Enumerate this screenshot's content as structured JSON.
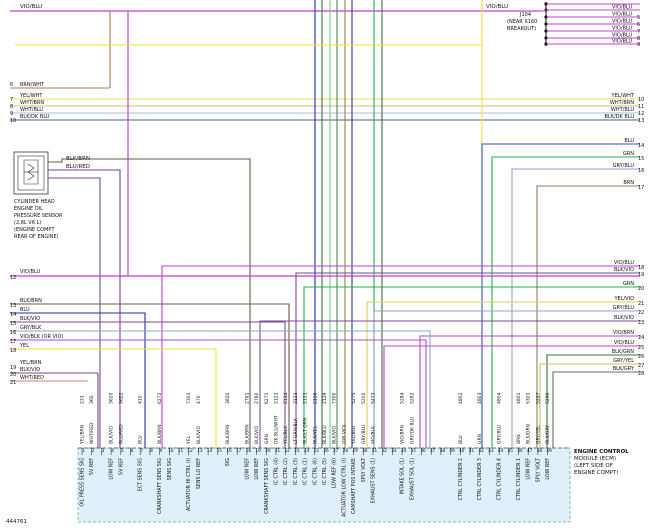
{
  "colors": {
    "VIO/BLU": "#c43fd6",
    "VIO": "#b24ad9",
    "BRN/WHT": "#a67c52",
    "BRN": "#9c7b5a",
    "YEL/WHT": "#e8e25a",
    "YEL": "#efe332",
    "WHT/BRN": "#c9b79a",
    "WHT/BLU": "#a9b8e6",
    "BLK/DK BLU": "#4a5aa0",
    "DK BLU": "#1e2fb5",
    "BLU": "#2e52d6",
    "GRN": "#22b14c",
    "LT GRN": "#6fd36f",
    "GRY/BLU": "#8fa4c8",
    "GRY": "#9a9a9a",
    "BLK": "#333333",
    "BLK/BRN": "#6b5a45",
    "BLK/VIO": "#7a4a96",
    "WHT/RED": "#e37a7a",
    "YEL/VIO": "#e0cf63",
    "GRY/YEL": "#c8bf6a",
    "BLK/GRY": "#6c6c6c",
    "BLK/GRN": "#3f6e3f",
    "BLK/LT GRN": "#4f8a4f",
    "BLK/YEL": "#8d8a3e",
    "BLK/RED": "#8e3a3a",
    "BLU/RED": "#7a3da3",
    "ecm_fill": "#dff0fb",
    "ecm_border": "#7c9bb0"
  },
  "top_splice": {
    "wire_label": "VIO/BLU",
    "wire_label_right": "VIO/BLU",
    "connector_label_1": "J104",
    "connector_label_2": "(NEAR X160",
    "connector_label_3": "BREAKOUT)",
    "wire_labels": [
      "VIO/BLU",
      "VIO/BLU",
      "VIO/BLU",
      "VIO/BLU",
      "VIO/BLU",
      "VIO/BLU"
    ],
    "side_numbers": [
      "5",
      "6",
      "7",
      "8",
      "9"
    ]
  },
  "left_rows": [
    {
      "num": "7",
      "label": "YEL/WHT"
    },
    {
      "num": "8",
      "label": "WHT/BRN"
    },
    {
      "num": "9",
      "label": "WHT/BLU"
    },
    {
      "num": "10",
      "label": "BLK/DK BLU"
    },
    {
      "num": "6",
      "label": "BRN/WHT"
    }
  ],
  "right_rows_top": [
    {
      "num": "10",
      "label": "YEL/WHT"
    },
    {
      "num": "11",
      "label": "WHT/BRN"
    },
    {
      "num": "12",
      "label": "WHT/BLU"
    },
    {
      "num": "13",
      "label": "BLK/DK BLU"
    }
  ],
  "sensor": {
    "lines": [
      "CYLINDER HEAD",
      "ENGINE OIL",
      "PRESSURE SENSOR",
      "(2.8L V6 L)",
      "(ENGINE COMPT",
      "REAR OF ENGINE)"
    ],
    "wire1": "BLK/BRN",
    "wire2": "BLU/RED"
  },
  "right_rows_mid": [
    {
      "num": "14",
      "label": "BLU"
    },
    {
      "num": "15",
      "label": "GRN"
    },
    {
      "num": "16",
      "label": "GRY/BLU"
    },
    {
      "num": "17",
      "label": "BRN"
    }
  ],
  "left_row_12": {
    "num": "12",
    "label": "VIO/BLU"
  },
  "right_rows_low": [
    {
      "num": "18",
      "label": "VIO/BLU"
    },
    {
      "num": "19",
      "label": "BLK/VIO"
    },
    {
      "num": "20",
      "label": "GRN"
    },
    {
      "num": "21",
      "label": "YEL/VIO"
    },
    {
      "num": "22",
      "label": "GRY/BLU"
    },
    {
      "num": "23",
      "label": "BLK/VIO"
    },
    {
      "num": "24",
      "label": "VIO/BRN"
    },
    {
      "num": "25",
      "label": "VIO/BLU"
    },
    {
      "num": "26",
      "label": "BLK/GRN"
    },
    {
      "num": "27",
      "label": "GRY/YEL"
    },
    {
      "num": "28",
      "label": "BLK/GRY"
    }
  ],
  "left_rows_low": [
    {
      "num": "13",
      "label": "BLK/BRN"
    },
    {
      "num": "14",
      "label": "BLU"
    },
    {
      "num": "15",
      "label": "BLK/VIO"
    },
    {
      "num": "16",
      "label": "GRY/BLK"
    },
    {
      "num": "17",
      "label": "VIO/BLK   (OR VIO)"
    },
    {
      "num": "18",
      "label": "YEL"
    },
    {
      "num": "19",
      "label": "YEL/BRN"
    },
    {
      "num": "20",
      "label": "BLK/VIO"
    },
    {
      "num": "21",
      "label": "WHT/RED"
    }
  ],
  "ecm_pins": [
    {
      "pin": "1",
      "color": "YEL/BRN",
      "circuit": "231",
      "func": "OIL PRESS SENS SIG"
    },
    {
      "pin": "2",
      "color": "WHT/RED",
      "circuit": "360",
      "func": "5V REF"
    },
    {
      "pin": "3",
      "color": "",
      "circuit": "",
      "func": ""
    },
    {
      "pin": "4",
      "color": "BLK/VIO",
      "circuit": "3620",
      "func": "LOW REF"
    },
    {
      "pin": "5",
      "color": "BLU/RED",
      "circuit": "3622",
      "func": "5V REF"
    },
    {
      "pin": "6",
      "color": "",
      "circuit": "",
      "func": ""
    },
    {
      "pin": "7",
      "color": "BLU",
      "circuit": "410",
      "func": "ECT SENS SIG"
    },
    {
      "pin": "8",
      "color": "",
      "circuit": "",
      "func": ""
    },
    {
      "pin": "9",
      "color": "BLK/BRN",
      "circuit": "6272",
      "func": "CRANKSHAFT SENS SIG"
    },
    {
      "pin": "10",
      "color": "",
      "circuit": "",
      "func": "SENS SIG"
    },
    {
      "pin": "11",
      "color": "",
      "circuit": "",
      "func": ""
    },
    {
      "pin": "12",
      "color": "YEL",
      "circuit": "7301",
      "func": "ACTUATOR HI CTRL (I)"
    },
    {
      "pin": "13",
      "color": "BLK/VIO",
      "circuit": "470",
      "func": "SENS LO REF"
    },
    {
      "pin": "14",
      "color": "",
      "circuit": "",
      "func": ""
    },
    {
      "pin": "15",
      "color": "",
      "circuit": "",
      "func": ""
    },
    {
      "pin": "16",
      "color": "BLK/BRN",
      "circuit": "3820",
      "func": "SIG"
    },
    {
      "pin": "17",
      "color": "",
      "circuit": "",
      "func": ""
    },
    {
      "pin": "18",
      "color": "BLK/BRN",
      "circuit": "2761",
      "func": "LOW REF"
    },
    {
      "pin": "19",
      "color": "BLK/VIO",
      "circuit": "2760",
      "func": "LOW REF"
    },
    {
      "pin": "20",
      "color": "GRN",
      "circuit": "6271",
      "func": "CRANKSHAFT SENS SIG"
    },
    {
      "pin": "21",
      "color": "DK BLU/WHT",
      "circuit": "2122",
      "func": "IC CTRL (4)"
    },
    {
      "pin": "22",
      "color": "YEL/BLK",
      "circuit": "2124",
      "func": "IC CTRL (2)"
    },
    {
      "pin": "23",
      "color": "LT GRN/BLK",
      "circuit": "2123",
      "func": "IC CTRL (3)"
    },
    {
      "pin": "24",
      "color": "BLK/LT GRN",
      "circuit": "2121",
      "func": "IC CTRL (1)"
    },
    {
      "pin": "25",
      "color": "BLK/YEL",
      "circuit": "2126",
      "func": "IC CTRL (6)"
    },
    {
      "pin": "26",
      "color": "BLK/BLU",
      "circuit": "2129",
      "func": "IC CTRL (5)"
    },
    {
      "pin": "27",
      "color": "BLK/VIO",
      "circuit": "7300",
      "func": "LOW REF (6)"
    },
    {
      "pin": "28",
      "color": "(OR VIO)",
      "circuit": "",
      "func": "ACTUATOR LOW CTRL (I)"
    },
    {
      "pin": "29",
      "color": "YEL/BLU",
      "circuit": "5275",
      "func": "CAMSHAFT POS INTAKE"
    },
    {
      "pin": "30",
      "color": "GRY/BLU",
      "circuit": "5200",
      "func": "SPLY VOLT"
    },
    {
      "pin": "31",
      "color": "VIO/BLK",
      "circuit": "5273",
      "func": "EXHAUST SENS (1)"
    },
    {
      "pin": "32",
      "color": "",
      "circuit": "",
      "func": ""
    },
    {
      "pin": "33",
      "color": "",
      "circuit": "",
      "func": ""
    },
    {
      "pin": "34",
      "color": "VIO/BRN",
      "circuit": "5284",
      "func": "INTAKE SOL (1)"
    },
    {
      "pin": "35",
      "color": "GRY/DK BLU",
      "circuit": "5282",
      "func": "EXHAUST SOL (1)"
    },
    {
      "pin": "36",
      "color": "",
      "circuit": "",
      "func": ""
    },
    {
      "pin": "37",
      "color": "",
      "circuit": "",
      "func": ""
    },
    {
      "pin": "38",
      "color": "",
      "circuit": "",
      "func": ""
    },
    {
      "pin": "39",
      "color": "",
      "circuit": "",
      "func": ""
    },
    {
      "pin": "40",
      "color": "BLU",
      "circuit": "4802",
      "func": "CTRL CYLINDER 2"
    },
    {
      "pin": "41",
      "color": "",
      "circuit": "",
      "func": ""
    },
    {
      "pin": "42",
      "color": "GRN",
      "circuit": "4803",
      "func": "CTRL CYLINDER 3"
    },
    {
      "pin": "43",
      "color": "",
      "circuit": "",
      "func": ""
    },
    {
      "pin": "44",
      "color": "GRY/BLU",
      "circuit": "4804",
      "func": "CTRL CYLINDER 4"
    },
    {
      "pin": "45",
      "color": "",
      "circuit": "",
      "func": ""
    },
    {
      "pin": "46",
      "color": "BRN",
      "circuit": "4801",
      "func": "CTRL CYLINDER 1"
    },
    {
      "pin": "47",
      "color": "BLK/GRN",
      "circuit": "5301",
      "func": "LOW REF"
    },
    {
      "pin": "48",
      "color": "GRY/YEL",
      "circuit": "5297",
      "func": "SPLY VOLT"
    },
    {
      "pin": "49",
      "color": "BLK/GRY",
      "circuit": "5296",
      "func": "LOW REF"
    }
  ],
  "ecm": {
    "title_1": "ENGINE CONTROL",
    "title_2": "MODULE (ECM)",
    "title_3": "(LEFT SIDE OF",
    "title_4": "ENGINE COMPT)"
  },
  "footer_id": "444761"
}
